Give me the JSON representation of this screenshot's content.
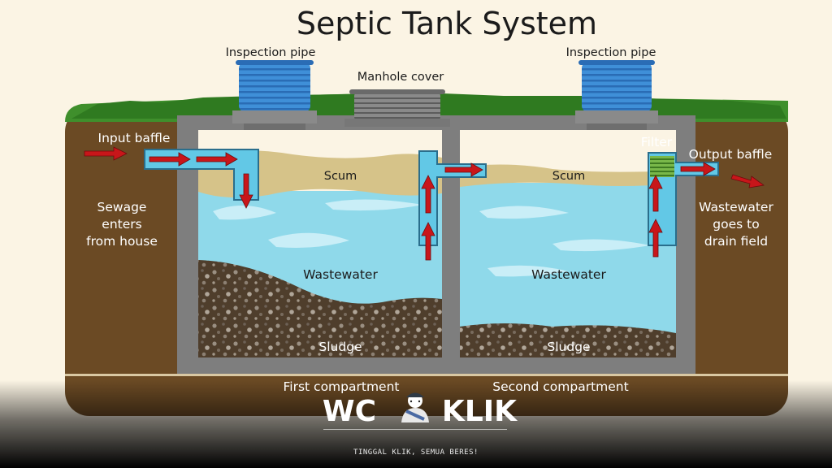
{
  "title": "Septic Tank System",
  "labels": {
    "inspection_pipe_left": "Inspection pipe",
    "manhole_cover": "Manhole cover",
    "inspection_pipe_right": "Inspection pipe",
    "input_baffle": "Input baffle",
    "filter": "Filter",
    "output_baffle": "Output baffle",
    "sewage_line1": "Sewage",
    "sewage_line2": "enters",
    "sewage_line3": "from house",
    "wastewater_out_line1": "Wastewater",
    "wastewater_out_line2": "goes to",
    "wastewater_out_line3": "drain field",
    "scum_left": "Scum",
    "scum_right": "Scum",
    "wastewater_left": "Wastewater",
    "wastewater_right": "Wastewater",
    "sludge_left": "Sludge",
    "sludge_right": "Sludge",
    "first_compartment": "First compartment",
    "second_compartment": "Second compartment"
  },
  "brand": {
    "left": "WC",
    "right": "KLIK",
    "tagline": "TINGGAL KLIK, SEMUA BERES!"
  },
  "colors": {
    "soil": "#6b4a24",
    "grass": "#3f8f2c",
    "concrete": "#7e7e7e",
    "water": "#8fd9ea",
    "scum": "#d6c389",
    "sludge": "#4a3a2a",
    "pipe": "#62c8e6",
    "arrow": "#c8161a",
    "inspection_blue": "#3f8fd8",
    "filter": "#5f9e3a"
  }
}
